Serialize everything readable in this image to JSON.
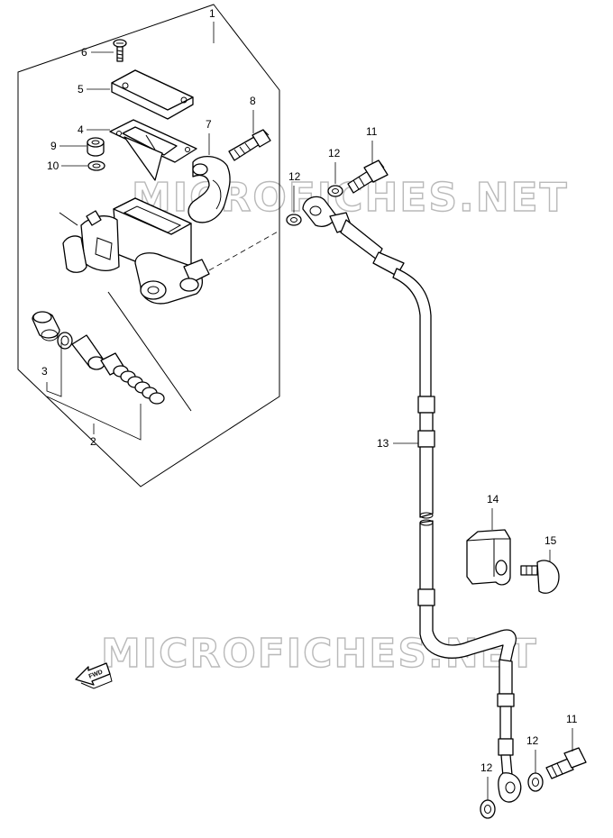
{
  "watermark": "MICROFICHES.NET",
  "fwd_label": "FWD",
  "callouts": {
    "c1": "1",
    "c2": "2",
    "c3": "3",
    "c4": "4",
    "c5": "5",
    "c6": "6",
    "c7": "7",
    "c8": "8",
    "c9": "9",
    "c10": "10",
    "c11_top": "11",
    "c11_bottom": "11",
    "c12_a": "12",
    "c12_b": "12",
    "c12_c": "12",
    "c12_d": "12",
    "c13": "13",
    "c14": "14",
    "c15": "15"
  }
}
